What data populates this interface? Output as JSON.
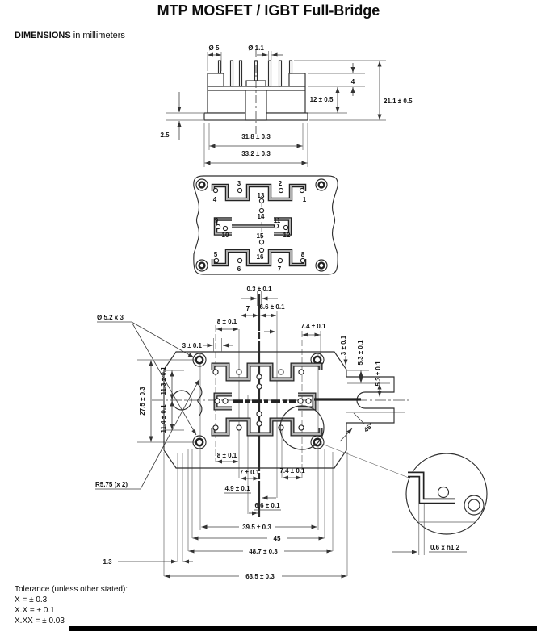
{
  "header": {
    "title": "MTP MOSFET / IGBT Full-Bridge",
    "dimensions_label": "DIMENSIONS",
    "dimensions_units": " in millimeters"
  },
  "side_view": {
    "dims": {
      "shoulder_dia": "Ø 5",
      "pin_dia": "Ø 1.1",
      "step_height": "4",
      "total_height": "21.1 ± 0.5",
      "case_height": "12 ± 0.5",
      "base_thickness": "2.5",
      "inner_width": "31.8 ± 0.3",
      "overall_width": "33.2 ± 0.3"
    }
  },
  "top_view": {
    "pin_labels": [
      "1",
      "2",
      "3",
      "4",
      "5",
      "6",
      "7",
      "8",
      "9",
      "10",
      "11",
      "12",
      "13",
      "14",
      "15",
      "16"
    ]
  },
  "bottom_view": {
    "dims": {
      "trace_width": "0.3 ± 0.1",
      "pitch_7_top": "7",
      "pitch_66_top": "6.6 ± 0.1",
      "pitch_8_top": "8 ± 0.1",
      "edge_3_top": "3 ± 0.1",
      "pitch_74_top": "7.4 ± 0.1",
      "edge_3_right": "3 ± 0.1",
      "offset_53_a": "5.3 ± 0.1",
      "offset_53_b": "5.3 ± 0.1",
      "chamfer_angle": "45°",
      "mount_hole_dia": "Ø 5.2 x 3",
      "hole_span_v": "27.5 ± 0.3",
      "offset_113": "11.3 ± 0.1",
      "offset_114": "11.4 ± 0.1",
      "corner_radius": "R5.75 (x 2)",
      "pitch_8_bot": "8 ± 0.1",
      "pitch_7_bot": "7 ± 0.1",
      "pitch_74_bot": "7.4 ± 0.1",
      "pitch_49": "4.9 ± 0.1",
      "pitch_66_bot": "6.6 ± 0.1",
      "width_395": "39.5 ± 0.3",
      "width_45": "45",
      "width_487": "48.7 ± 0.3",
      "offset_13": "1.3",
      "width_635": "63.5 ± 0.3",
      "detail_trace": "0.6 x h1.2"
    }
  },
  "tolerance": {
    "title": "Tolerance (unless other stated):",
    "lines": [
      "X = ± 0.3",
      "X.X = ± 0.1",
      "X.XX = ± 0.03"
    ]
  },
  "colors": {
    "line": "#2e2e2e",
    "trace_fill": "#b5b5b5",
    "text": "#141414"
  }
}
